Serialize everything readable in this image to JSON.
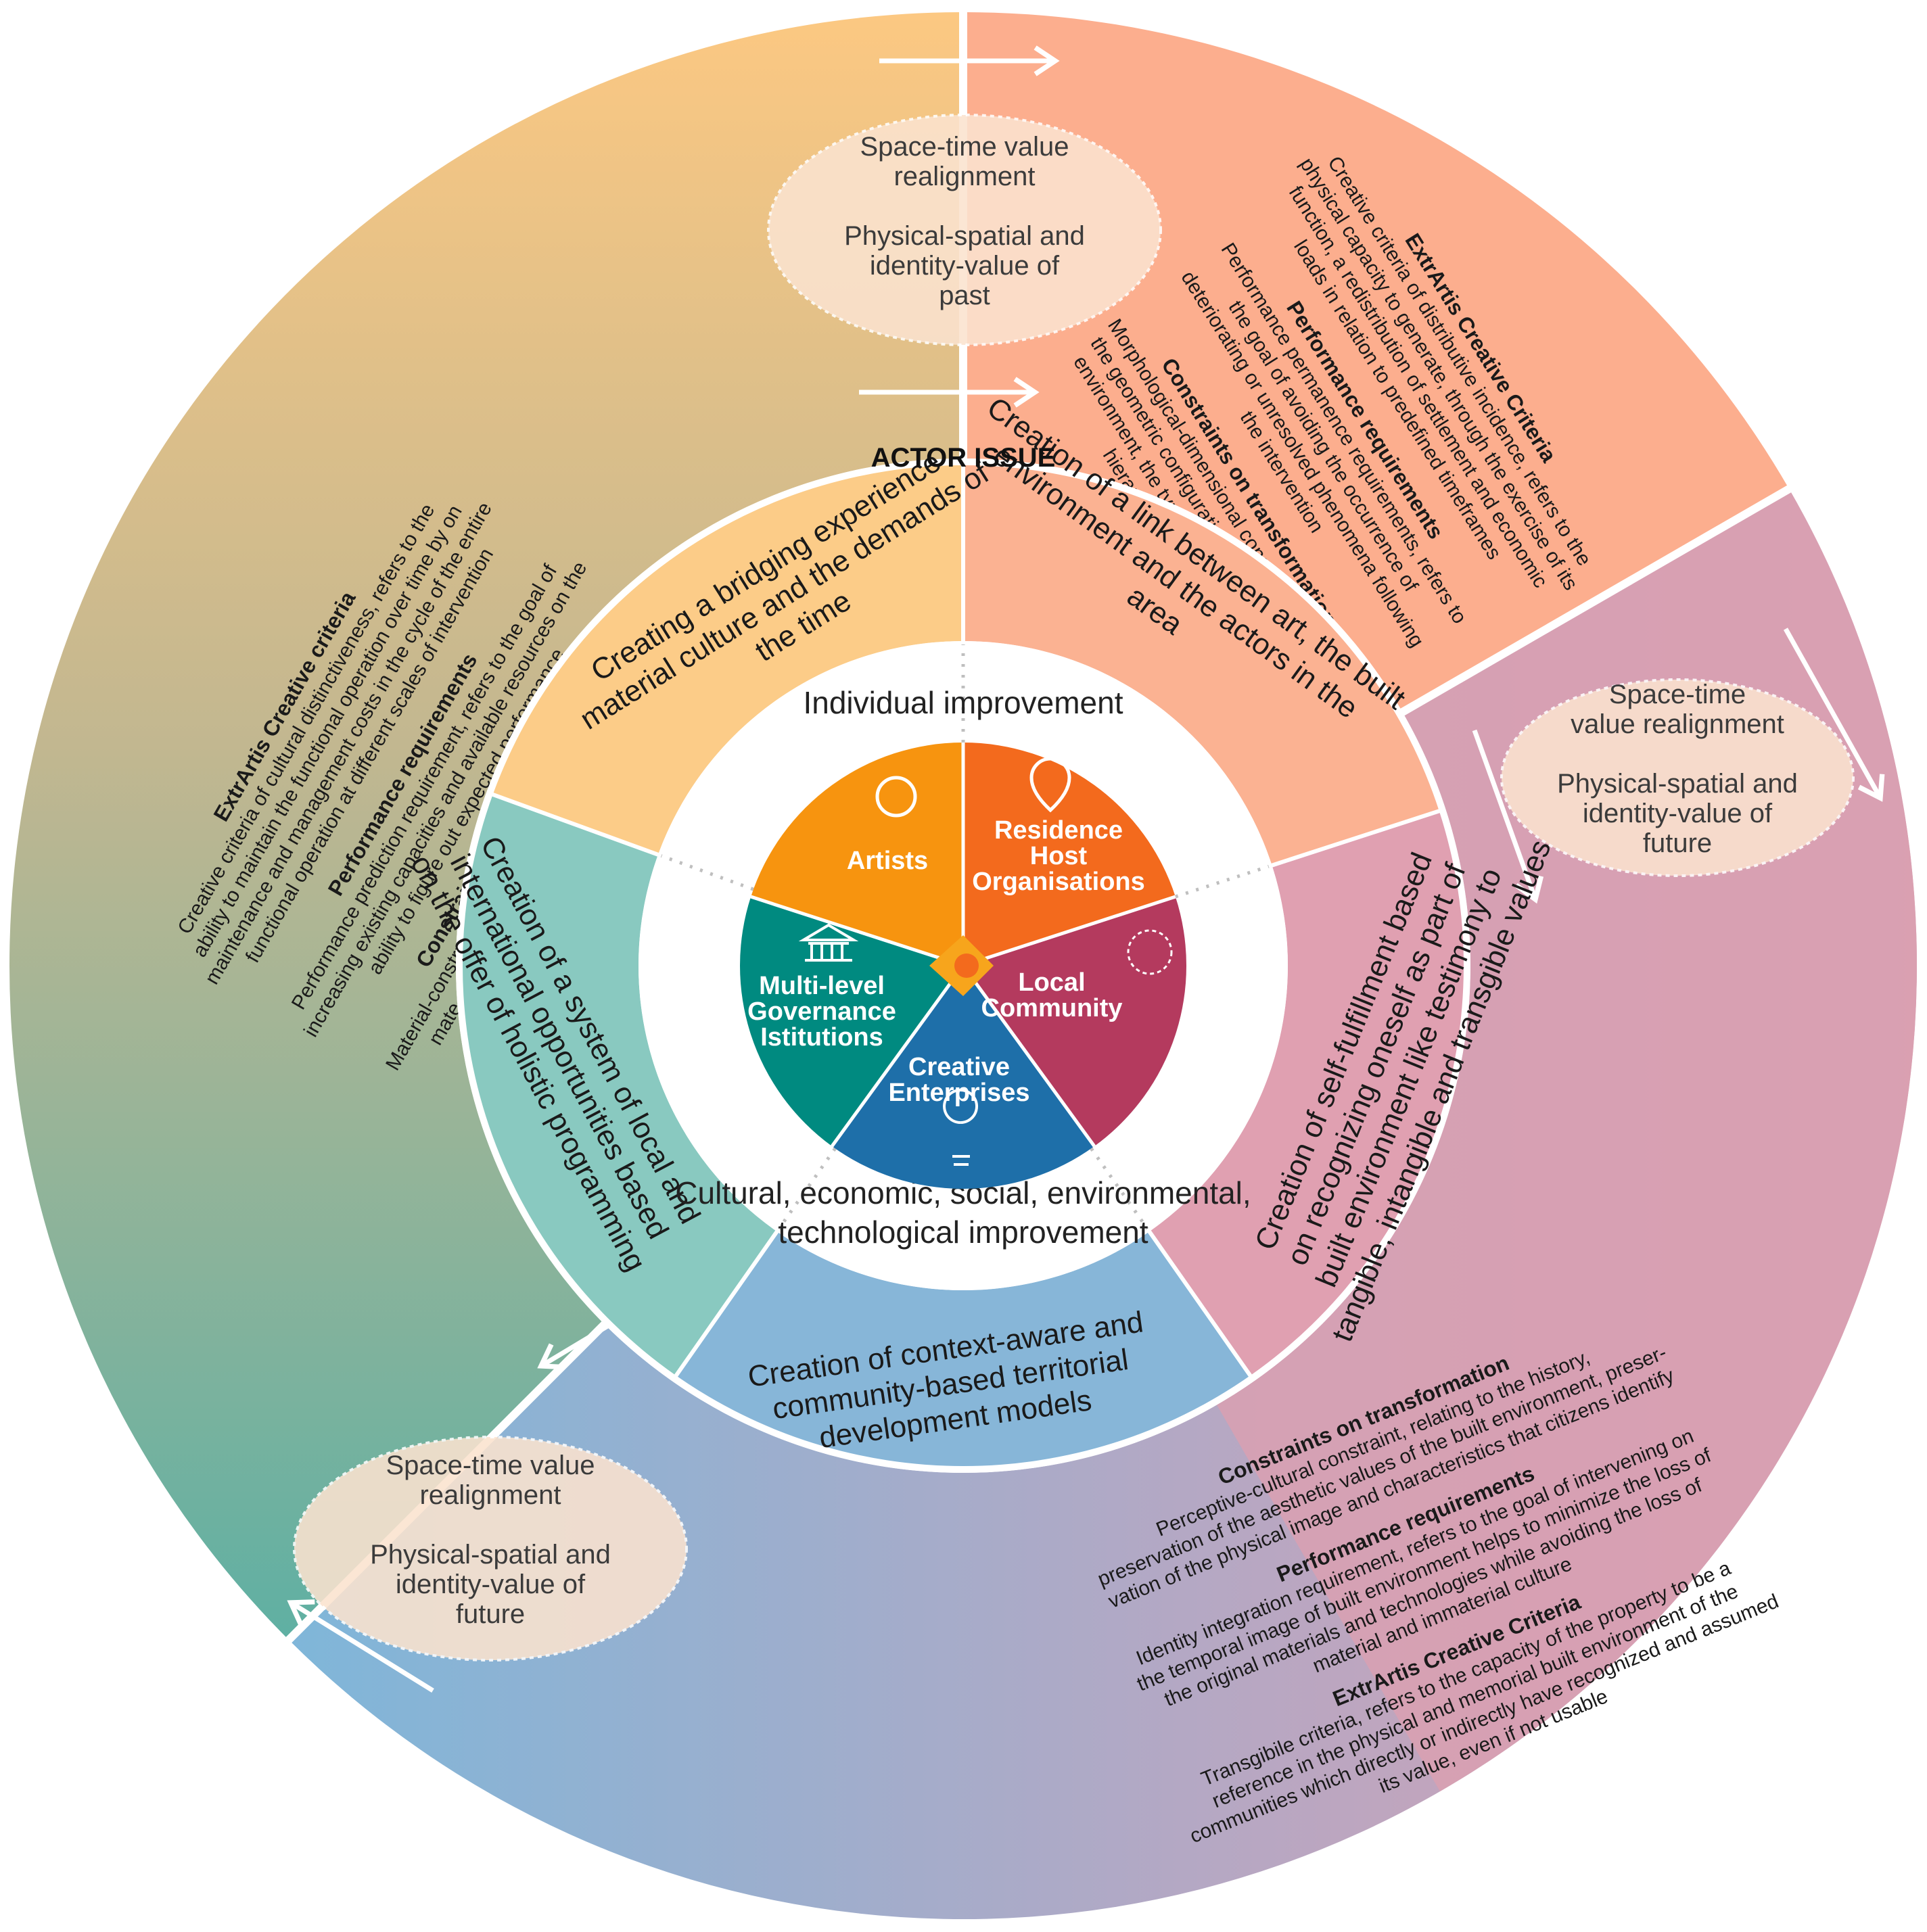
{
  "title": "ACTOR ISSUE",
  "colors": {
    "outer_orange_top": "#fcc882",
    "outer_left_green": "#63b1a3",
    "outer_right_pink": "#d9a0b1",
    "outer_salmon": "#fcae8e",
    "outer_bottom_blue": "#87b6d8",
    "mid_orange": "#fccc88",
    "mid_salmon": "#fbb292",
    "mid_pink": "#e0a0b1",
    "mid_blue": "#87b6d8",
    "mid_teal": "#89c9c0",
    "artists": "#f7940f",
    "residence": "#f36a1d",
    "local": "#b43a5e",
    "creative": "#1e6fa9",
    "governance": "#008a80"
  },
  "actors": [
    {
      "name": "Artists",
      "icon": "palette-icon"
    },
    {
      "name": "Residence Host Organisations",
      "lines": [
        "Residence",
        "Host",
        "Organisations"
      ],
      "icon": "home-pin-icon"
    },
    {
      "name": "Local Community",
      "lines": [
        "Local",
        "Community"
      ],
      "icon": "community-network-icon"
    },
    {
      "name": "Creative Enterprises",
      "lines": [
        "Creative",
        "Enterprises"
      ],
      "icon": "lightbulb-icon"
    },
    {
      "name": "Multi-level Governance Istitutions",
      "lines": [
        "Multi-level",
        "Governance",
        "Istitutions"
      ],
      "icon": "institution-icon"
    }
  ],
  "improvements": {
    "individual": "Individual improvement",
    "collective_line1": "Cultural, economic, social, environmental,",
    "collective_line2": "technological improvement"
  },
  "middle_ring": {
    "artists": [
      "Creating a bridging experience",
      "material culture and the demands of",
      "the time"
    ],
    "residence": [
      "Creation of a link between art, the built",
      "environment and the actors in the",
      "area"
    ],
    "local": [
      "Creation of self-fulfillment based",
      "on recognizing oneself as part of",
      "built environment like testimony to",
      "tangible, intangible and transgible values"
    ],
    "creative": [
      "Creation of context-aware and",
      "community-based territorial",
      "development models"
    ],
    "governance": [
      "Creation of a system of local and",
      "international opportunities based",
      "on the offer of holistic programming"
    ]
  },
  "bubbles": {
    "top": [
      "Space-time value",
      "realignment",
      "",
      "Physical-spatial and",
      "identity-value of",
      "past"
    ],
    "right": [
      "Space-time",
      "value realignment",
      "",
      "Physical-spatial and",
      "identity-value of",
      "future"
    ],
    "bottom_left": [
      "Space-time value",
      "realignment",
      "",
      "Physical-spatial and",
      "identity-value of",
      "future"
    ]
  },
  "outer_left": [
    {
      "head": "ExtrArtis Creative criteria",
      "body": [
        "Creative criteria of cultural distinctiveness, refers to the",
        "ability to maintain the functional operation over time by on",
        "maintenance and management costs in the cycle of the entire",
        "functional operation at different scales of intervention"
      ]
    },
    {
      "head": "Performance requirements",
      "body": [
        "Performance prediction requirement, refers to the goal of",
        "increasing existing capacities and available resources on the",
        "ability to figure out expected performance"
      ]
    },
    {
      "head": "Constraints on transformation",
      "body": [
        "Material-constructive constraint, relating to the behavior of",
        "mate-rials and technologies used in construction"
      ]
    }
  ],
  "outer_right": [
    {
      "head": "ExtrArtis Creative Criteria",
      "body": [
        "Creative criteria of distributive incidence, refers to the",
        "physical capacity to generate, through the exercise of its",
        "function, a redistribution of settlement and economic",
        "loads in relation to predefined timeframes"
      ]
    },
    {
      "head": "Performance requirements",
      "body": [
        "Performance permanence requirements, refers to",
        "the goal of avoiding the occurrence of",
        "deteriorating or unresolved phenomena following",
        "the intervention"
      ]
    },
    {
      "head": "Constraints on transformation",
      "body": [
        "Morphological-dimensional constraint, relating to",
        "the geometric configuration features of the built",
        "environment, the typology of spaces and their",
        "hierarchical organization"
      ]
    }
  ],
  "outer_bottom": [
    {
      "head": "Constraints on transformation",
      "body": [
        "Perceptive-cultural constraint, relating to the history,",
        "preservation of the aesthetic values of the built environment, preser-",
        "vation of the physical image and characteristics that citizens identify"
      ]
    },
    {
      "head": "Performance requirements",
      "body": [
        "Identity integration requirement, refers to the goal of intervening on",
        "the temporal image of built environment helps to minimize the loss of",
        "the original materials and technologies while avoiding the loss of",
        "material and immaterial culture"
      ]
    },
    {
      "head": "ExtrArtis Creative Criteria",
      "body": [
        "Transgibile criteria, refers to the capacity of the property to be a",
        "reference in the physical and memorial built environment of the",
        "communities which directly or indirectly have recognized and assumed",
        "its value, even if not usable"
      ]
    }
  ]
}
